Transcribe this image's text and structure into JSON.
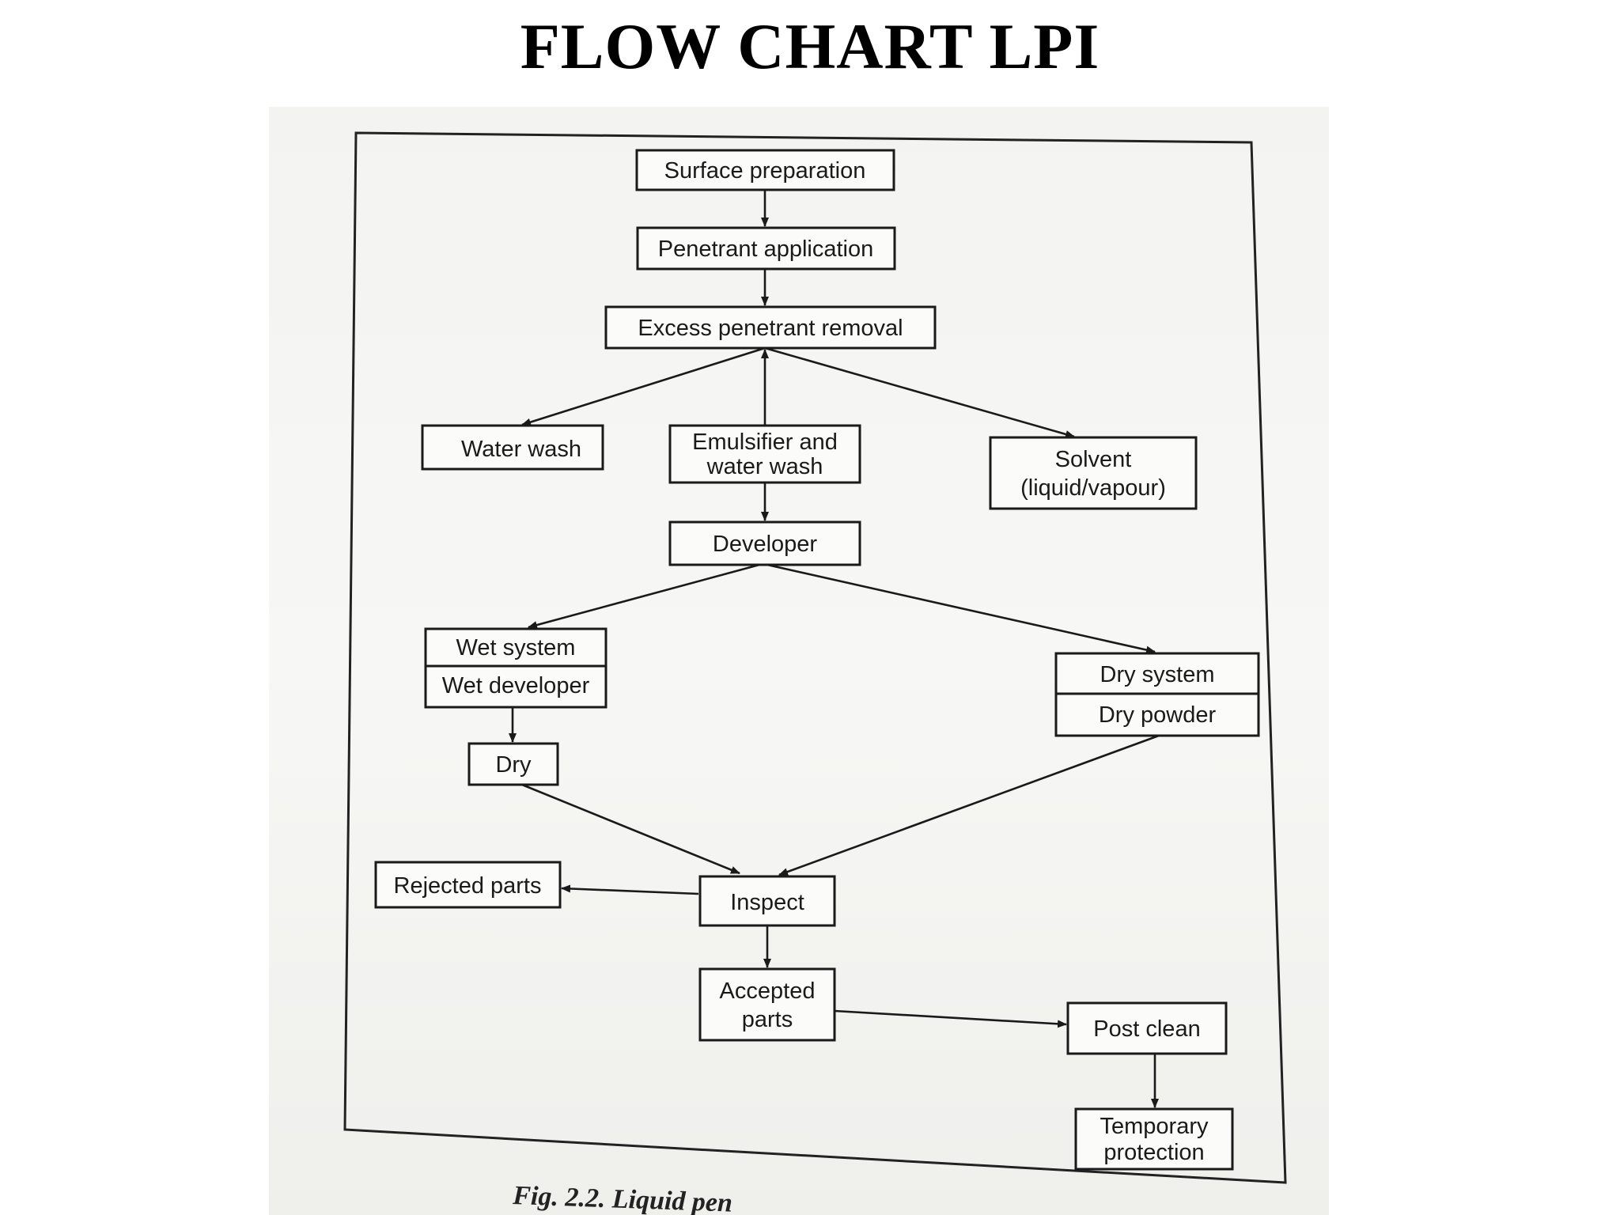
{
  "title": "FLOW CHART LPI",
  "nodes": {
    "surface_prep": [
      "Surface preparation"
    ],
    "penetrant_app": [
      "Penetrant application"
    ],
    "excess_removal": [
      "Excess penetrant removal"
    ],
    "water_wash": [
      "Water wash"
    ],
    "emulsifier": [
      "Emulsifier and",
      "water wash"
    ],
    "solvent": [
      "Solvent",
      "(liquid/vapour)"
    ],
    "developer": [
      "Developer"
    ],
    "wet_system": [
      "Wet system"
    ],
    "wet_developer": [
      "Wet developer"
    ],
    "dry_system": [
      "Dry system"
    ],
    "dry_powder": [
      "Dry powder"
    ],
    "dry": [
      "Dry"
    ],
    "inspect": [
      "Inspect"
    ],
    "rejected": [
      "Rejected parts"
    ],
    "accepted": [
      "Accepted",
      "parts"
    ],
    "post_clean": [
      "Post clean"
    ],
    "temporary": [
      "Temporary",
      "protection"
    ]
  },
  "caption": "Fig. 2.2. Liquid pen"
}
